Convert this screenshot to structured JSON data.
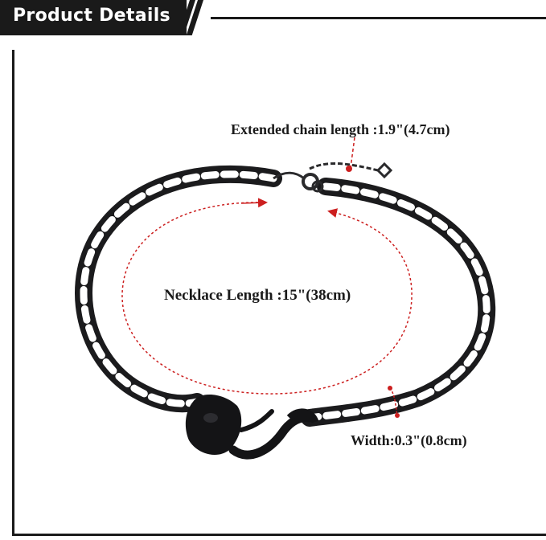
{
  "header": {
    "title": "Product Details"
  },
  "labels": {
    "extended_chain": "Extended chain length :1.9\"(4.7cm)",
    "necklace_length": "Necklace Length :15\"(38cm)",
    "width": "Width:0.3\"(0.8cm)"
  },
  "colors": {
    "frame": "#1a1a1a",
    "chain": "#1b1b1d",
    "marker": "#cc1f1f"
  }
}
